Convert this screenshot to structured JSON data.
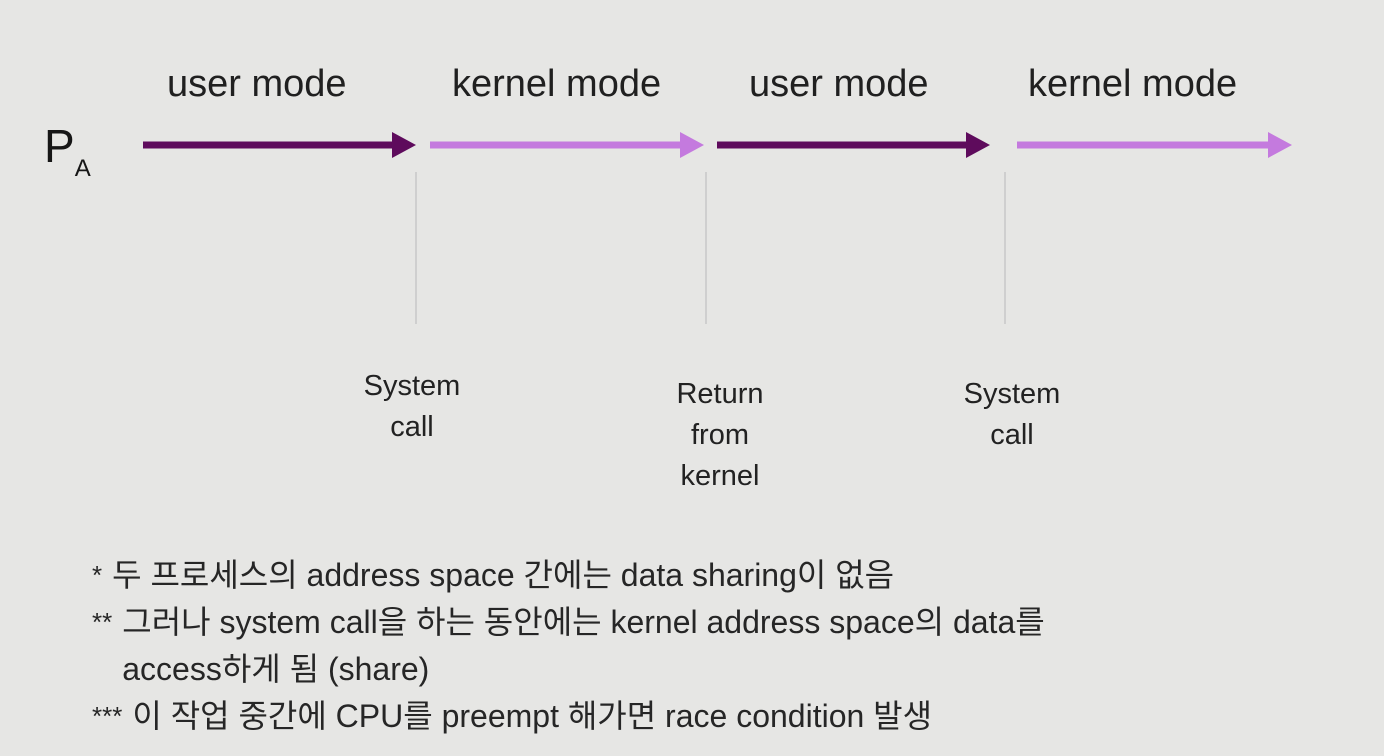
{
  "process": {
    "name": "P",
    "subscript": "A"
  },
  "segments": [
    {
      "label": "user mode",
      "mode": "user"
    },
    {
      "label": "kernel mode",
      "mode": "kernel"
    },
    {
      "label": "user mode",
      "mode": "user"
    },
    {
      "label": "kernel mode",
      "mode": "kernel"
    }
  ],
  "events": [
    {
      "label": "System\ncall"
    },
    {
      "label": "Return\nfrom\nkernel"
    },
    {
      "label": "System\ncall"
    }
  ],
  "colors": {
    "user_arrow": "#5e0b5c",
    "kernel_arrow": "#c47ade",
    "divider": "#cfcfcf",
    "background": "#e6e6e4"
  },
  "notes": [
    {
      "marker": "*",
      "text": "두 프로세스의 address space 간에는 data sharing이 없음"
    },
    {
      "marker": "**",
      "text": "그러나 system call을 하는 동안에는 kernel address space의 data를\naccess하게 됨 (share)"
    },
    {
      "marker": "***",
      "text": "이 작업 중간에 CPU를 preempt 해가면 race condition 발생"
    }
  ]
}
